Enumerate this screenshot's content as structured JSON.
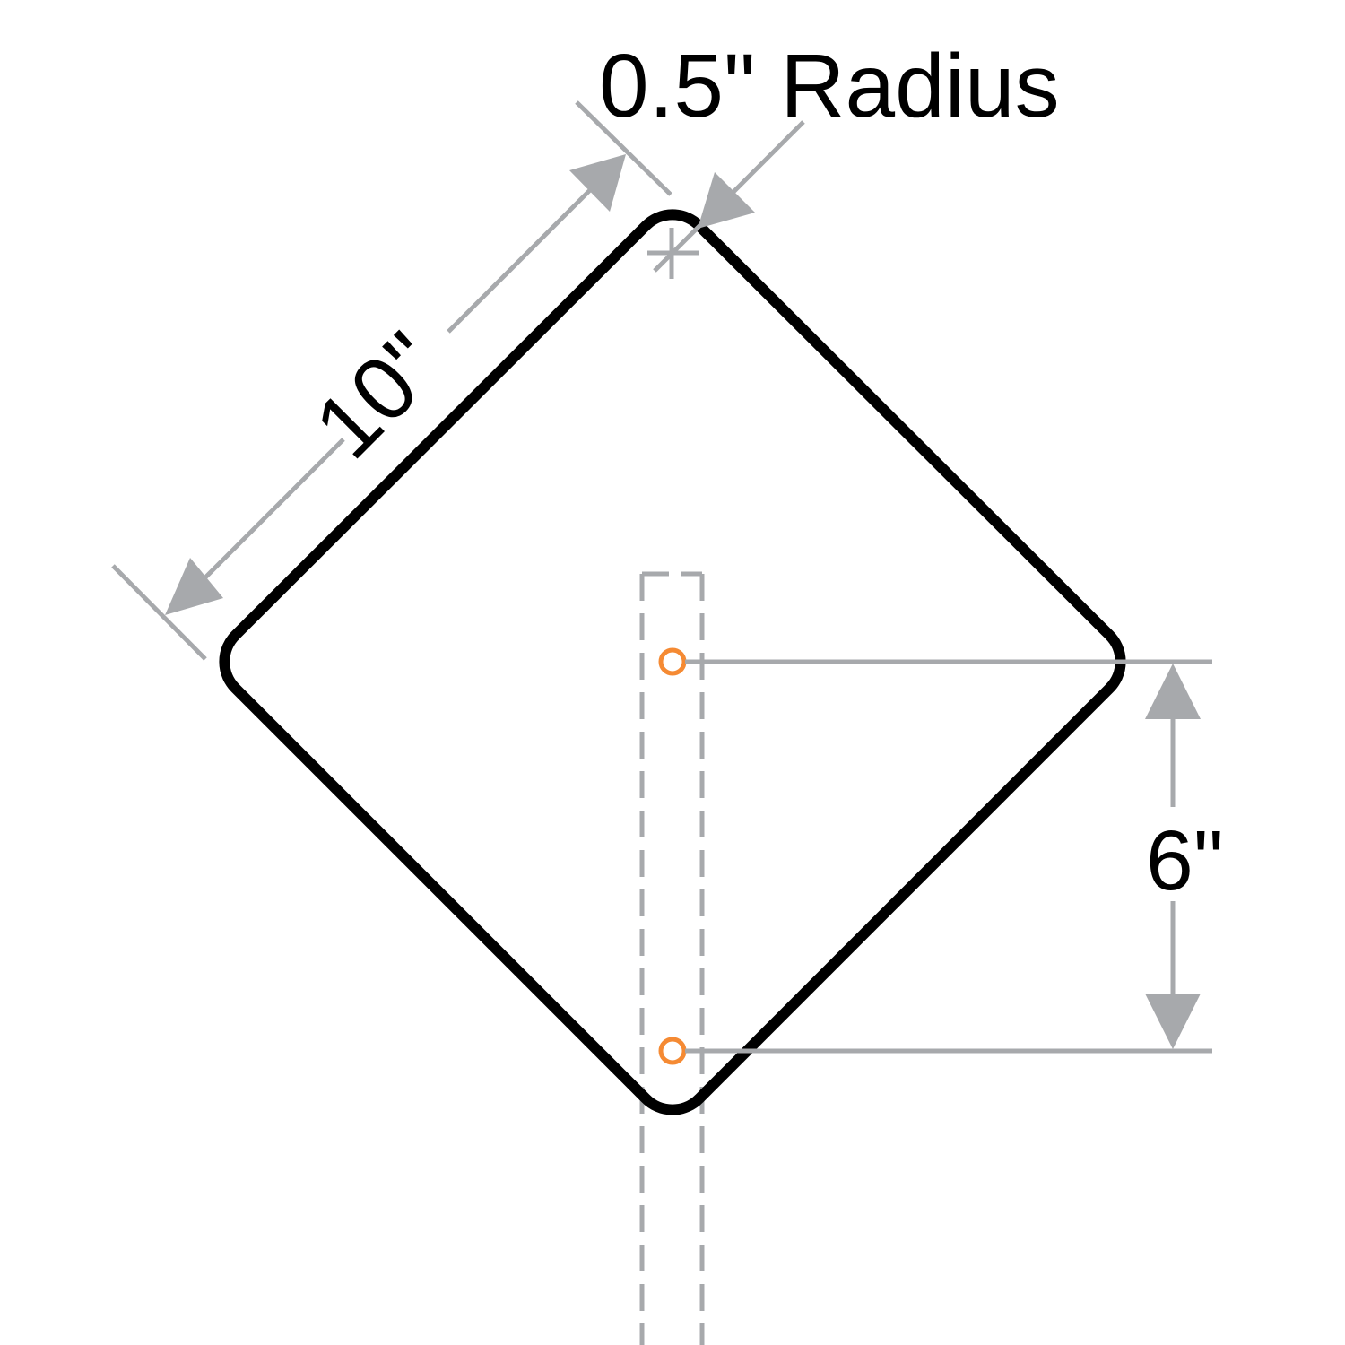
{
  "labels": {
    "radius": "0.5\" Radius",
    "side": "10\"",
    "hole_spacing": "6\""
  },
  "colors": {
    "outline": "#000000",
    "dimension": "#a7a9ac",
    "hole": "#f58a33",
    "post": "#a7a9ac"
  }
}
